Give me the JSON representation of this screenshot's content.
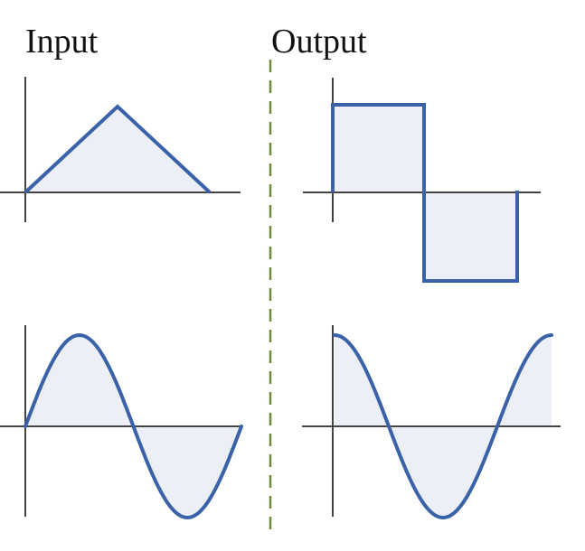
{
  "headings": {
    "input": "Input",
    "output": "Output"
  },
  "colors": {
    "curve": "#3a62a8",
    "fill": "#eceff6",
    "axis": "#444444",
    "divider": "#6f8c3a"
  },
  "panels": [
    {
      "id": "input-triangle",
      "column": "input",
      "shape": "triangle"
    },
    {
      "id": "output-square",
      "column": "output",
      "shape": "square"
    },
    {
      "id": "input-sine",
      "column": "input",
      "shape": "sine"
    },
    {
      "id": "output-cosine",
      "column": "output",
      "shape": "cosine"
    }
  ]
}
